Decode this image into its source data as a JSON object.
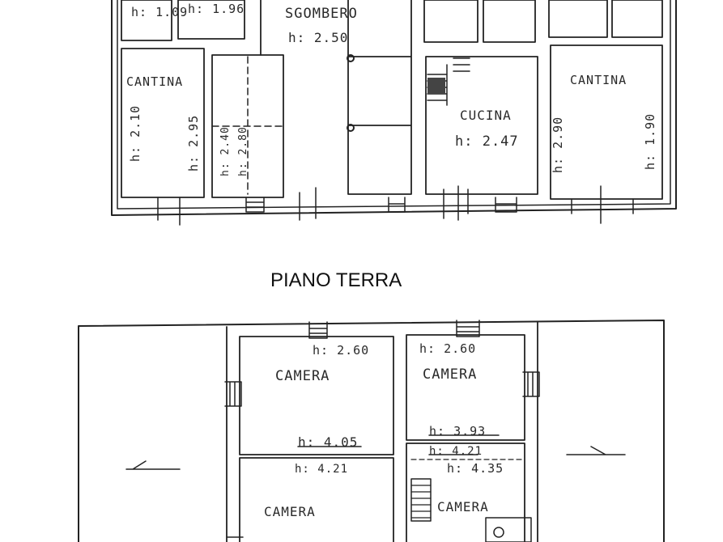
{
  "floor_title": "PIANO TERRA",
  "upper_plan": {
    "rooms": [
      {
        "label": "SGOMBERO",
        "height": "h: 2.50"
      },
      {
        "label": "CANTINA",
        "height": "h: 2.10",
        "height2": "h: 2.95"
      },
      {
        "label": "CUCINA",
        "height": "h: 2.47"
      },
      {
        "label": "CANTINA",
        "height": "h: 2.90",
        "height2": "h: 1.90"
      }
    ],
    "small_heights": [
      "h: 1.09",
      "h: 1.96",
      "h: 2.40",
      "h: 2.80"
    ]
  },
  "lower_plan": {
    "rooms": [
      {
        "label": "CAMERA",
        "height": "h: 2.60"
      },
      {
        "label": "CAMERA",
        "height": "h: 2.60"
      },
      {
        "label": "CAMERA",
        "height": "h: 4.21"
      },
      {
        "label": "CAMERA",
        "height": "h: 4.35"
      }
    ],
    "extra_heights": [
      "h: 4.05",
      "h: 3.93",
      "h: 4.21"
    ]
  }
}
